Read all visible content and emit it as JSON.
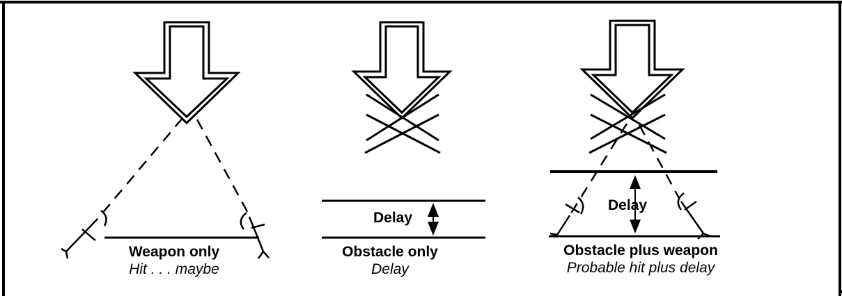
{
  "panels": [
    {
      "id": "weapon-only",
      "title": "Weapon only",
      "subtitle": "Hit . . . maybe"
    },
    {
      "id": "obstacle-only",
      "title": "Obstacle only",
      "subtitle": "Delay",
      "delay_label": "Delay"
    },
    {
      "id": "obstacle-plus-weapon",
      "title": "Obstacle plus weapon",
      "subtitle": "Probable hit plus delay",
      "delay_label": "Delay"
    }
  ],
  "colors": {
    "ink": "#000000",
    "background": "#ffffff"
  }
}
